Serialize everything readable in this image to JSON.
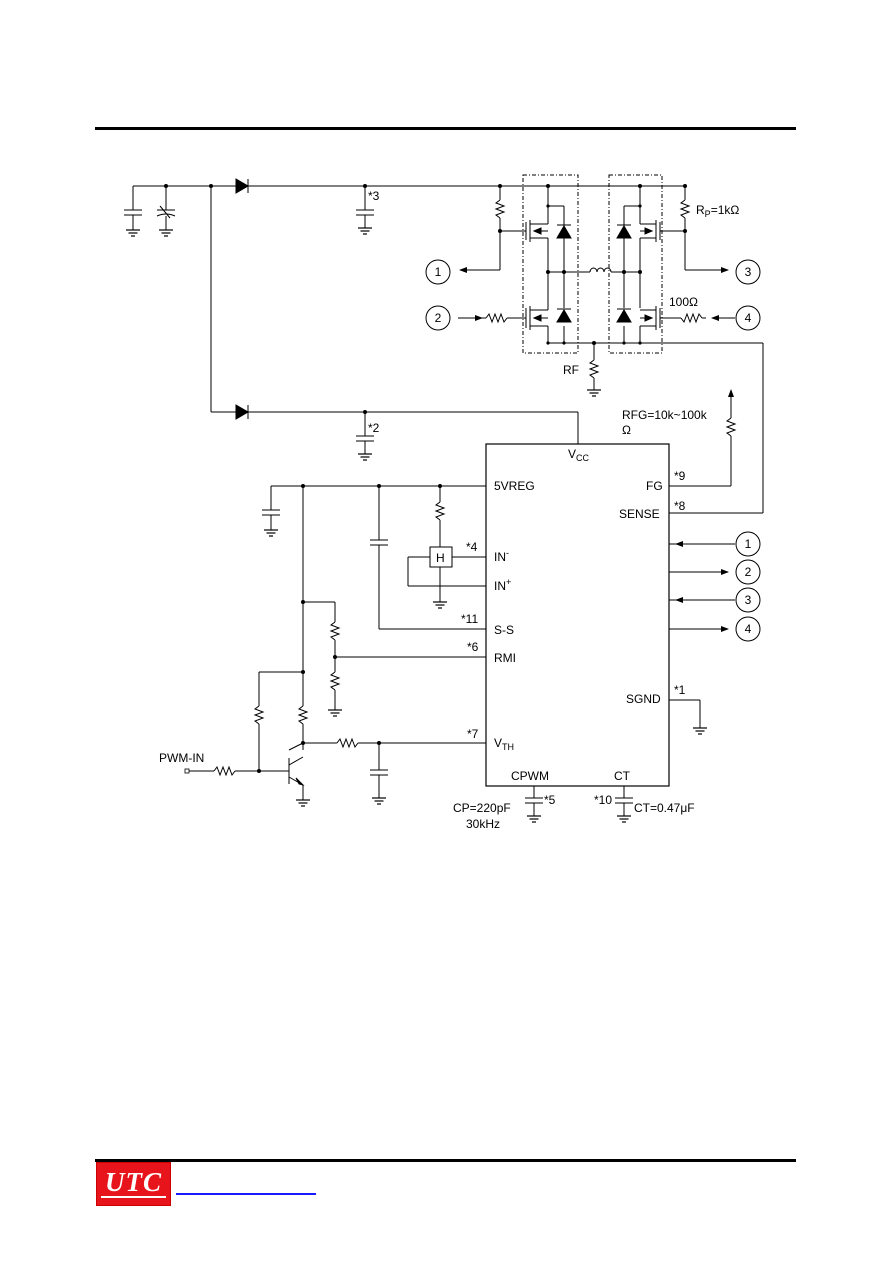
{
  "logo": {
    "text": "UTC"
  },
  "chip": {
    "vcc": "V",
    "vcc_sub": "CC",
    "pins_left": [
      {
        "label": "5VREG",
        "note": ""
      },
      {
        "label": "IN",
        "sup": "-",
        "note": "*4"
      },
      {
        "label": "IN",
        "sup": "+",
        "note": ""
      },
      {
        "label": "S-S",
        "note": "*11"
      },
      {
        "label": "RMI",
        "note": "*6"
      },
      {
        "label": "V",
        "sub": "TH",
        "note": "*7"
      }
    ],
    "pins_right": [
      {
        "label": "FG",
        "note": "*9"
      },
      {
        "label": "SENSE",
        "note": "*8"
      },
      {
        "label": "SGND",
        "note": "*1"
      }
    ],
    "pins_bottom": [
      {
        "label": "CPWM",
        "note": "*5"
      },
      {
        "label": "CT",
        "note": "*10"
      }
    ]
  },
  "labels": {
    "cap3": "*3",
    "cap2": "*2",
    "rp_r": "R",
    "rp_sub": "P",
    "rp_val": "=1kΩ",
    "r100": "100Ω",
    "rf": "RF",
    "rfg_line1": "RFG=10k~100k",
    "rfg_line2": "Ω",
    "hall": "H",
    "pwm_in": "PWM-IN",
    "cp_line1": "CP=220pF",
    "cp_line2": "30kHz",
    "ct_val": "CT=0.47μF"
  },
  "connectors": [
    "1",
    "2",
    "3",
    "4"
  ]
}
